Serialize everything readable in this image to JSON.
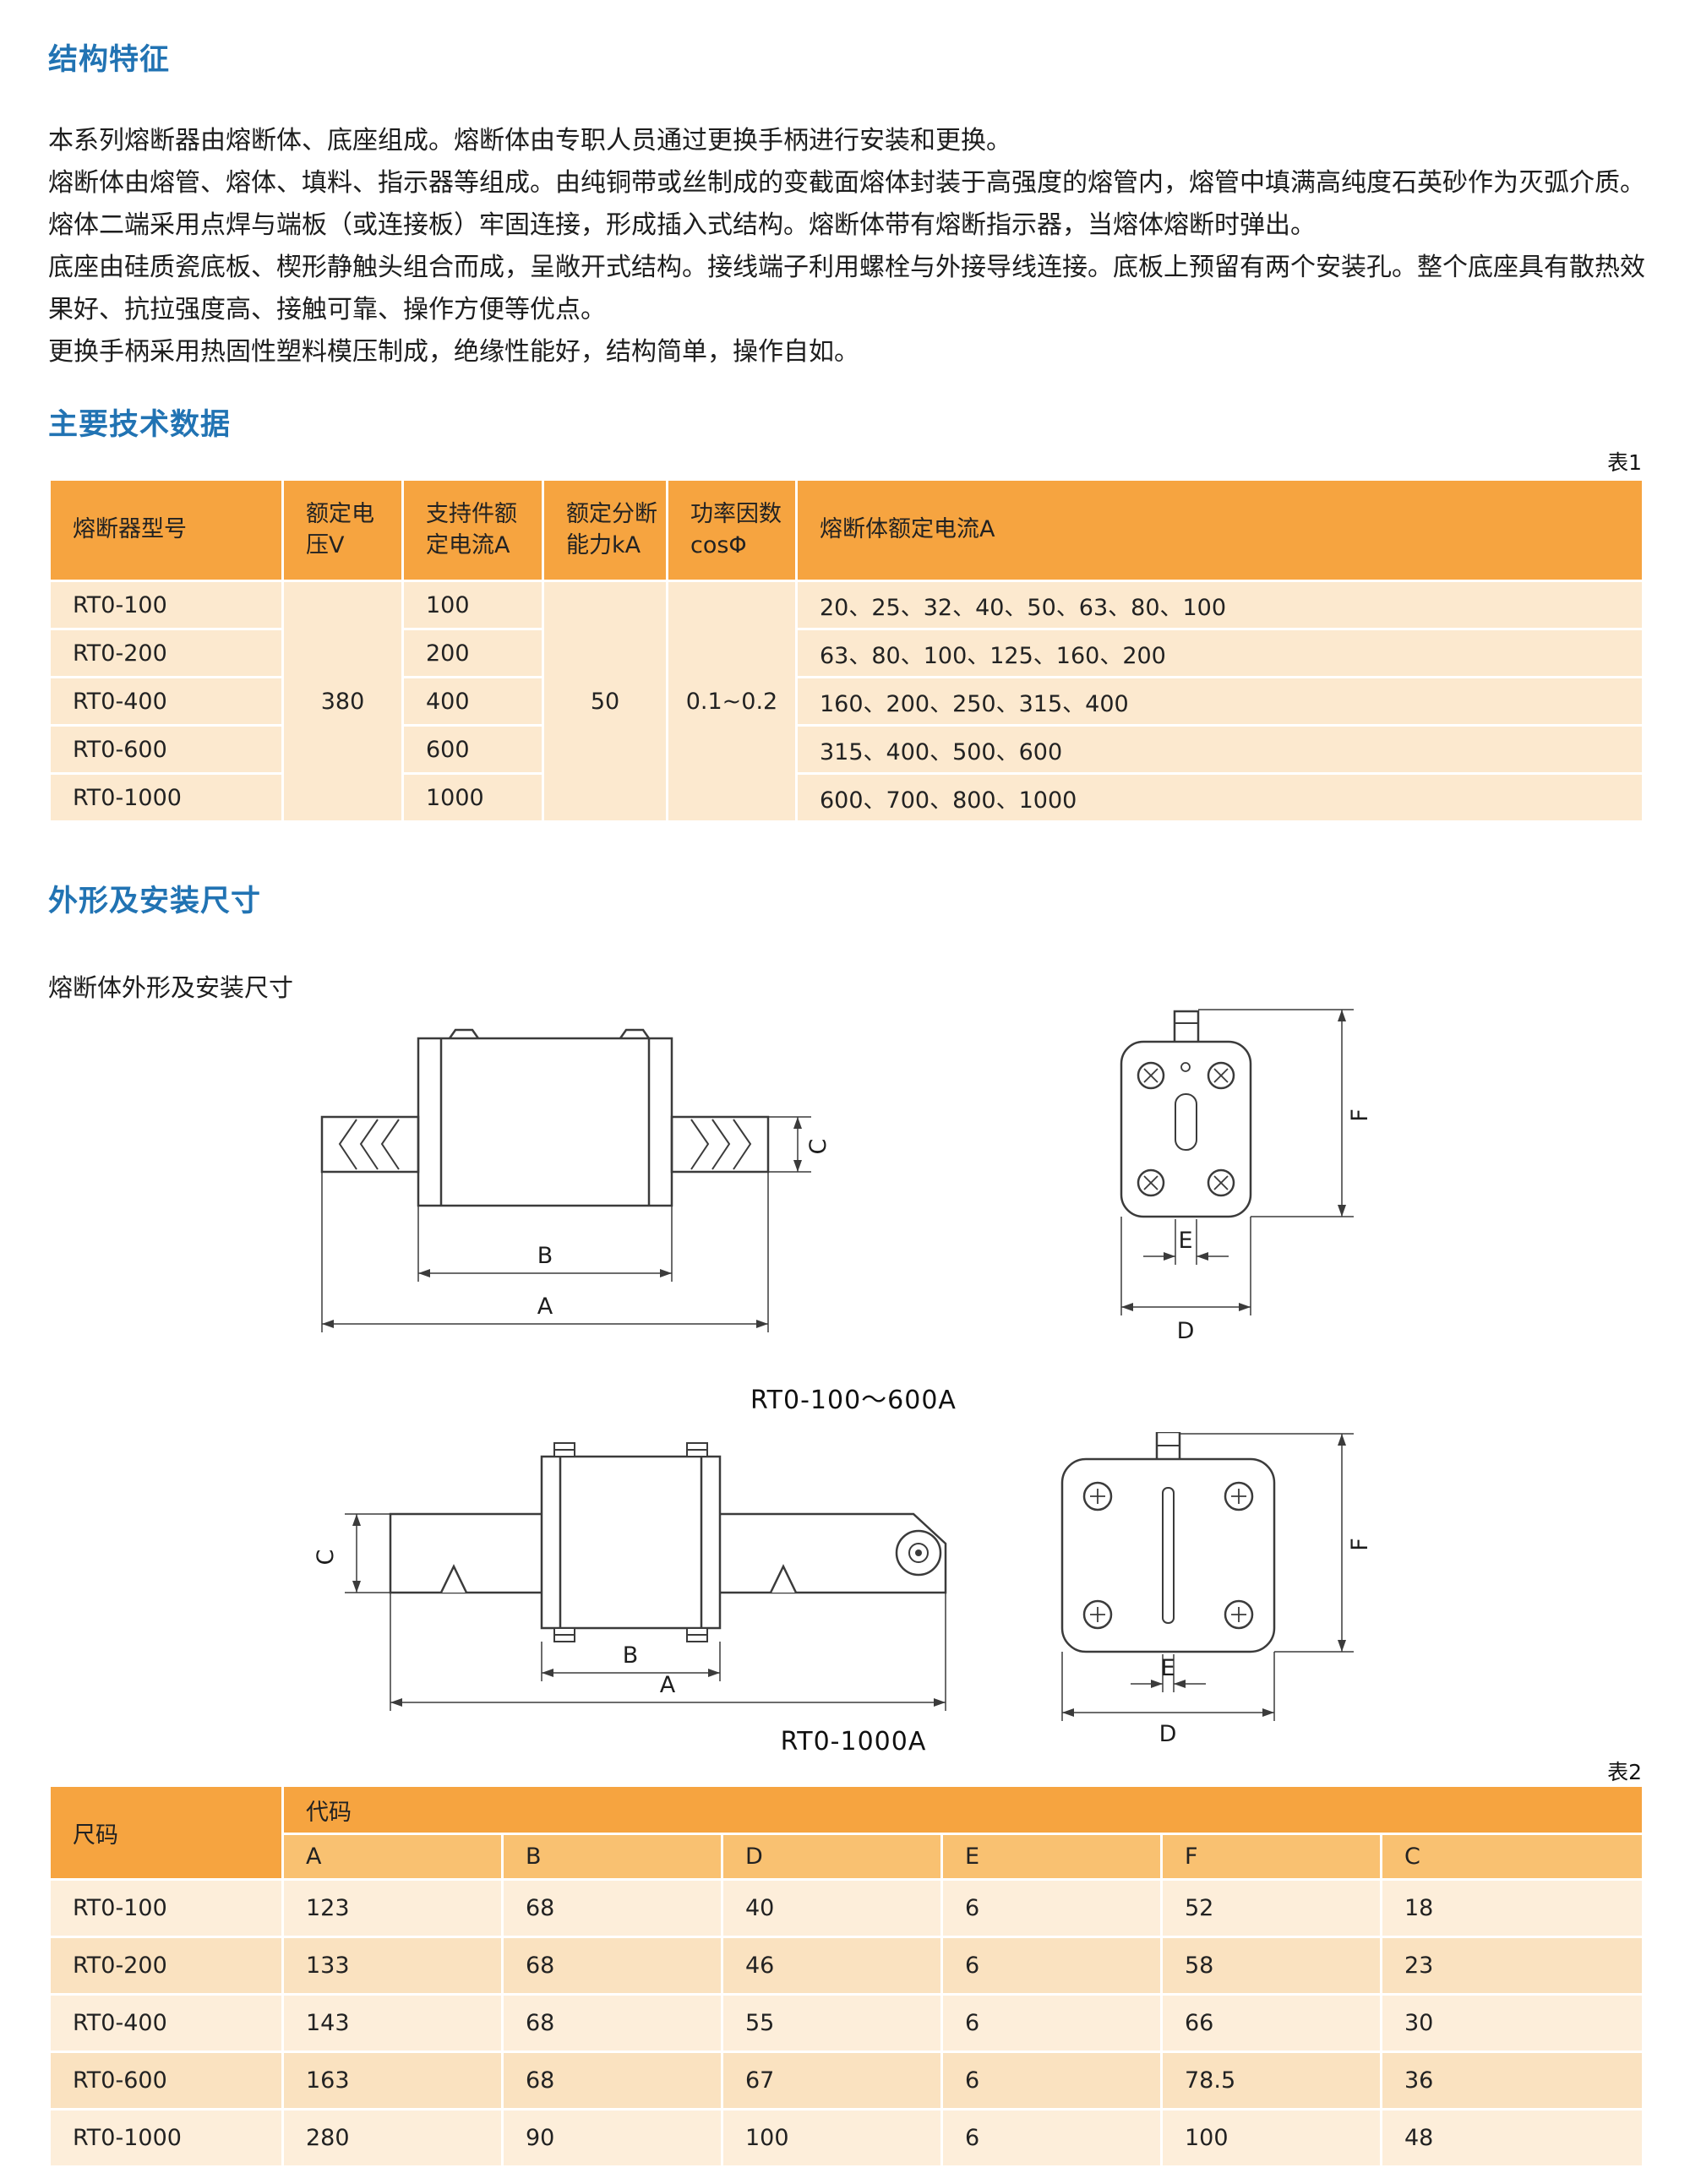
{
  "sections": {
    "structure_title": "结构特征",
    "tech_title": "主要技术数据",
    "dims_title": "外形及安装尺寸",
    "drawings_subtitle": "熔断体外形及安装尺寸"
  },
  "paragraphs": [
    "本系列熔断器由熔断体、底座组成。熔断体由专职人员通过更换手柄进行安装和更换。",
    "熔断体由熔管、熔体、填料、指示器等组成。由纯铜带或丝制成的变截面熔体封装于高强度的熔管内，熔管中填满高纯度石英砂作为灭弧介质。熔体二端采用点焊与端板（或连接板）牢固连接，形成插入式结构。熔断体带有熔断指示器，当熔体熔断时弹出。",
    "底座由硅质瓷底板、楔形静触头组合而成，呈敞开式结构。接线端子利用螺栓与外接导线连接。底板上预留有两个安装孔。整个底座具有散热效果好、抗拉强度高、接触可靠、操作方便等优点。",
    "更换手柄采用热固性塑料模压制成，绝缘性能好，结构简单，操作自如。"
  ],
  "table1": {
    "tag": "表1",
    "headers": {
      "model": "熔断器型号",
      "voltage": "额定电压V",
      "support_current": "支持件额定电流A",
      "breaking": "额定分断能力kA",
      "cos": "功率因数cosΦ",
      "links": "熔断体额定电流A"
    },
    "shared": {
      "voltage": "380",
      "breaking": "50",
      "cos": "0.1~0.2"
    },
    "rows": [
      {
        "model": "RT0-100",
        "current": "100",
        "links": "20、25、32、40、50、63、80、100"
      },
      {
        "model": "RT0-200",
        "current": "200",
        "links": "63、80、100、125、160、200"
      },
      {
        "model": "RT0-400",
        "current": "400",
        "links": "160、200、250、315、400"
      },
      {
        "model": "RT0-600",
        "current": "600",
        "links": "315、400、500、600"
      },
      {
        "model": "RT0-1000",
        "current": "1000",
        "links": "600、700、800、1000"
      }
    ]
  },
  "figures": {
    "caption_small": "RT0-100～600A",
    "caption_large": "RT0-1000A",
    "dim_labels": {
      "A": "A",
      "B": "B",
      "C": "C",
      "D": "D",
      "E": "E",
      "F": "F"
    }
  },
  "table2": {
    "tag": "表2",
    "size_header": "尺码",
    "code_header": "代码",
    "columns": [
      "A",
      "B",
      "D",
      "E",
      "F",
      "C"
    ],
    "rows": [
      {
        "model": "RT0-100",
        "values": [
          "123",
          "68",
          "40",
          "6",
          "52",
          "18"
        ]
      },
      {
        "model": "RT0-200",
        "values": [
          "133",
          "68",
          "46",
          "6",
          "58",
          "23"
        ]
      },
      {
        "model": "RT0-400",
        "values": [
          "143",
          "68",
          "55",
          "6",
          "66",
          "30"
        ]
      },
      {
        "model": "RT0-600",
        "values": [
          "163",
          "68",
          "67",
          "6",
          "78.5",
          "36"
        ]
      },
      {
        "model": "RT0-1000",
        "values": [
          "280",
          "90",
          "100",
          "6",
          "100",
          "48"
        ]
      }
    ]
  },
  "colors": {
    "heading_blue": "#2173b3",
    "table_header_orange": "#f6a440",
    "table_subheader_orange": "#f9c171",
    "table1_row": "#fce9cf",
    "table2_row_light": "#fdeeda",
    "table2_row_dark": "#fae2c0"
  }
}
